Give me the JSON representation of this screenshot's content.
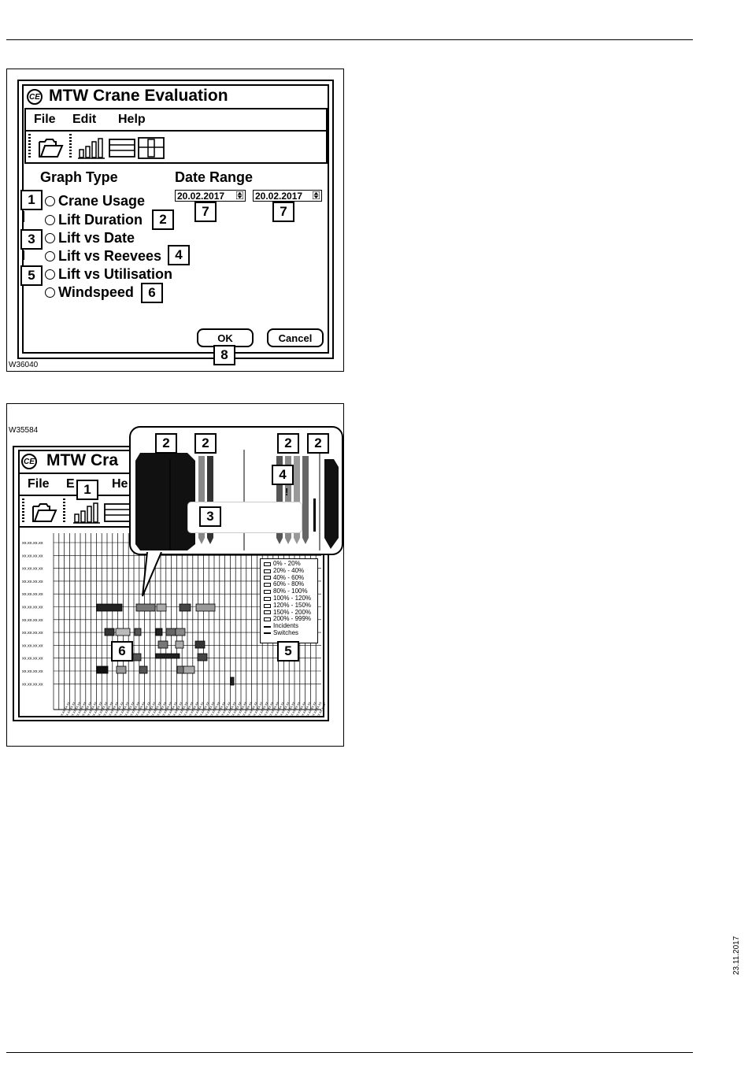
{
  "page": {
    "side_date": "23.11.2017"
  },
  "figure1": {
    "id": "W36040",
    "window_title": "MTW Crane Evaluation",
    "logo_text": "CE",
    "menu": [
      "File",
      "Edit",
      "Help"
    ],
    "toolbar_icons": [
      "folder-open-icon",
      "bar-chart-icon",
      "table-icon",
      "utilisation-icon"
    ],
    "graph_type_label": "Graph Type",
    "date_range_label": "Date Range",
    "options": [
      "Crane Usage",
      "Lift Duration",
      "Lift vs Date",
      "Lift vs Reevees",
      "Lift vs Utilisation",
      "Windspeed"
    ],
    "date_from": "20.02.2017",
    "date_to": "20.02.2017",
    "ok_label": "OK",
    "cancel_label": "Cancel",
    "callouts": [
      "1",
      "2",
      "3",
      "4",
      "5",
      "6",
      "7",
      "7",
      "8"
    ]
  },
  "figure2": {
    "id": "W35584",
    "window_title": "MTW Cra",
    "logo_text": "CE",
    "menu_visible": [
      "File",
      "E",
      "He"
    ],
    "row_label": "xx.xx.xx.xx",
    "legend": [
      {
        "label": "0% - 20%",
        "kind": "box"
      },
      {
        "label": "20% - 40%",
        "kind": "box"
      },
      {
        "label": "40% - 60%",
        "kind": "box"
      },
      {
        "label": "60% - 80%",
        "kind": "box"
      },
      {
        "label": "80% - 100%",
        "kind": "box"
      },
      {
        "label": "100% - 120%",
        "kind": "box"
      },
      {
        "label": "120% - 150%",
        "kind": "box"
      },
      {
        "label": "150% - 200%",
        "kind": "box"
      },
      {
        "label": "200% - 999%",
        "kind": "box"
      },
      {
        "label": "Incidents",
        "kind": "line"
      },
      {
        "label": "Switches",
        "kind": "line"
      }
    ],
    "callouts": [
      "1",
      "2",
      "2",
      "2",
      "2",
      "3",
      "4",
      "5",
      "6"
    ],
    "incident_mark": "!"
  }
}
